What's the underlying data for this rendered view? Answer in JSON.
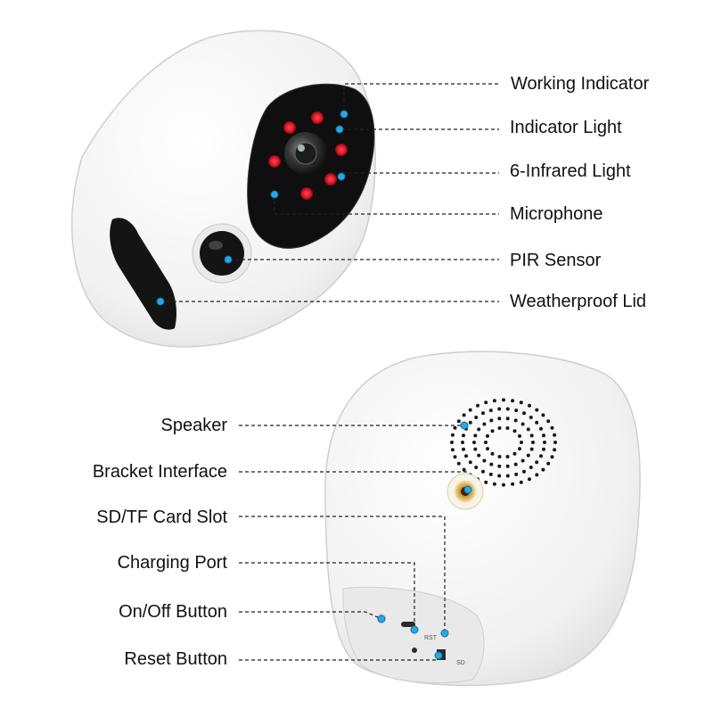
{
  "top_labels": [
    {
      "id": "working-indicator",
      "text": "Working Indicator"
    },
    {
      "id": "indicator-light",
      "text": "Indicator Light"
    },
    {
      "id": "infrared-light",
      "text": "6-Infrared Light"
    },
    {
      "id": "microphone",
      "text": "Microphone"
    },
    {
      "id": "pir-sensor",
      "text": "PIR Sensor"
    },
    {
      "id": "weatherproof-lid",
      "text": "Weatherproof Lid"
    }
  ],
  "bottom_labels": [
    {
      "id": "speaker",
      "text": "Speaker"
    },
    {
      "id": "bracket-interface",
      "text": "Bracket Interface"
    },
    {
      "id": "sd-card-slot",
      "text": "SD/TF Card Slot"
    },
    {
      "id": "charging-port",
      "text": "Charging Port"
    },
    {
      "id": "on-off-button",
      "text": "On/Off Button"
    },
    {
      "id": "reset-button",
      "text": "Reset Button"
    }
  ],
  "port_markings": {
    "sd": "SD",
    "rst": "RST"
  },
  "colors": {
    "callout_dot": "#2aa7e0",
    "ir_led": "#e8192c",
    "leader_line": "#222222",
    "camera_body": "#f4f4f4",
    "camera_face": "#111111",
    "bracket_ring": "#c79a3a"
  }
}
